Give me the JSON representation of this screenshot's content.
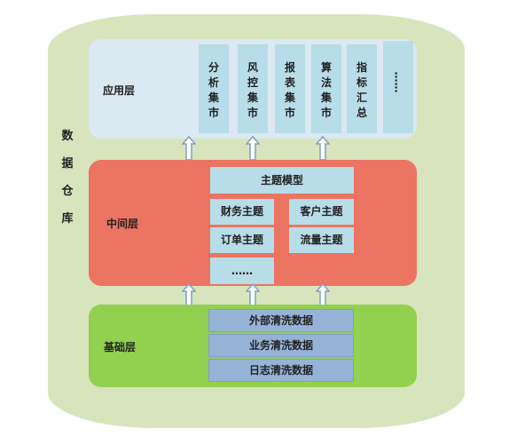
{
  "container": {
    "title_chars": [
      "数",
      "据",
      "仓",
      "库"
    ]
  },
  "app_layer": {
    "label": "应用层",
    "marts": [
      [
        "分",
        "析",
        "集",
        "市"
      ],
      [
        "风",
        "控",
        "集",
        "市"
      ],
      [
        "报",
        "表",
        "集",
        "市"
      ],
      [
        "算",
        "法",
        "集",
        "市"
      ],
      [
        "指",
        "标",
        "汇",
        "总"
      ],
      [
        "……"
      ]
    ]
  },
  "middle_layer": {
    "label": "中间层",
    "header": "主题模型",
    "subjects": [
      "财务主题",
      "客户主题",
      "订单主题",
      "流量主题",
      "……"
    ]
  },
  "base_layer": {
    "label": "基础层",
    "items": [
      "外部清洗数据",
      "业务清洗数据",
      "日志清洗数据"
    ]
  },
  "colors": {
    "cylinder": "#d8e4bc",
    "app_layer": "#dae9f2",
    "middle_layer": "#ec7462",
    "base_layer": "#92d050",
    "light_box": "#b7dde8",
    "base_box": "#95b3d7",
    "arrow_fill": "#ffffff",
    "arrow_stroke": "#7f9fc7"
  }
}
